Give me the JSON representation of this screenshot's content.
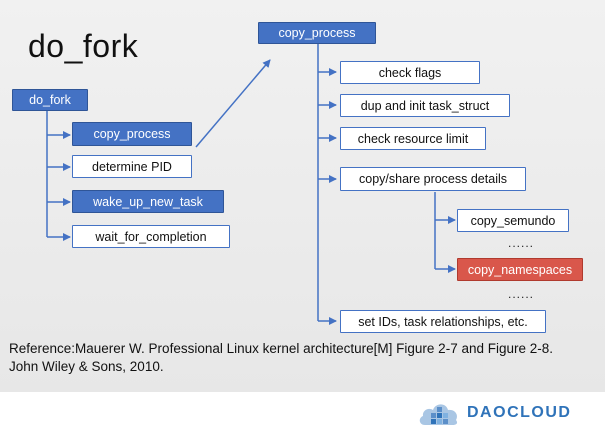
{
  "title": "do_fork",
  "nodes": {
    "root": "do_fork",
    "copy_process_child": "copy_process",
    "determine_pid": "determine PID",
    "wake_up_new_task": "wake_up_new_task",
    "wait_for_completion": "wait_for_completion",
    "copy_process_head": "copy_process",
    "check_flags": "check flags",
    "dup_init": "dup and init task_struct",
    "check_resource": "check resource limit",
    "copy_share": "copy/share process details",
    "copy_semundo": "copy_semundo",
    "dots1": "......",
    "copy_namespaces": "copy_namespaces",
    "dots2": "......",
    "set_ids": "set IDs, task relationships, etc."
  },
  "reference": {
    "line1": "Reference:Mauerer W. Professional Linux kernel architecture[M] Figure 2-7 and Figure 2-8.",
    "line2": "John Wiley & Sons, 2010."
  },
  "logo": {
    "text_a": "DAO",
    "text_b": "CLOUD",
    "icon": "cloud-logo-icon"
  },
  "colors": {
    "blue_box": "#4472c4",
    "red_box": "#d9574b",
    "connector": "#4472c4",
    "logo": "#2f73b9"
  }
}
